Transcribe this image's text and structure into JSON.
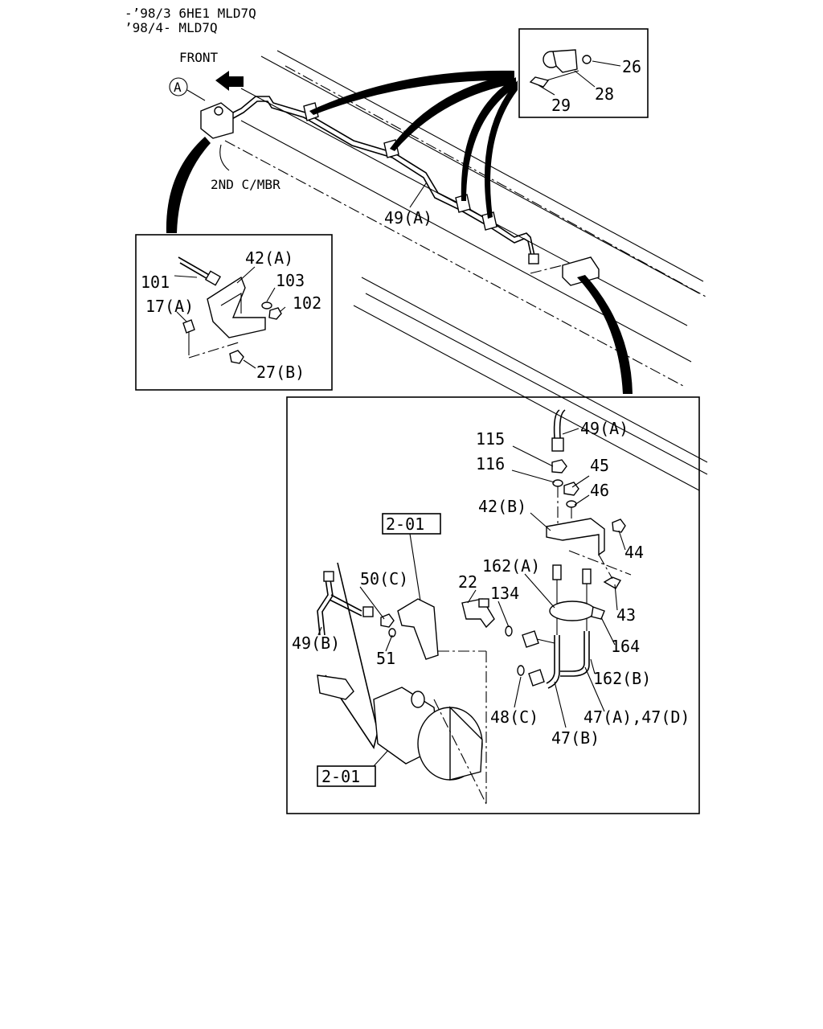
{
  "header": {
    "line1": "-’98/3 6HE1 MLD7Q",
    "line2": "’98/4- MLD7Q"
  },
  "top_view": {
    "front_label": "FRONT",
    "view_marker": "A",
    "member_label": "2ND C/MBR",
    "pipe_label": "49(A)"
  },
  "clip_inset": {
    "labels": [
      "26",
      "28",
      "29"
    ]
  },
  "bracket_inset": {
    "labels": [
      "101",
      "42(A)",
      "103",
      "17(A)",
      "102",
      "27(B)"
    ]
  },
  "detail_inset": {
    "labels": [
      "49(A)",
      "115",
      "116",
      "45",
      "46",
      "42(B)",
      "44",
      "162(A)",
      "43",
      "2-01",
      "50(C)",
      "22",
      "134",
      "49(B)",
      "51",
      "164",
      "162(B)",
      "48(C)",
      "47(A),47(D)",
      "47(B)",
      "2-01"
    ]
  }
}
